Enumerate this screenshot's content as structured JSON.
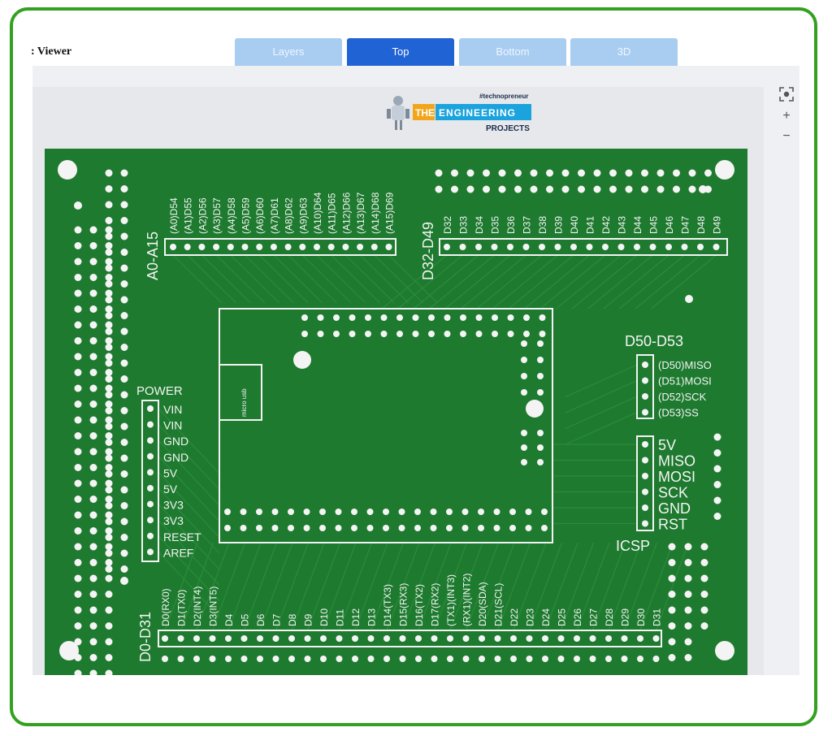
{
  "app": {
    "title": ": Viewer"
  },
  "tabs": [
    {
      "label": "Layers",
      "active": false
    },
    {
      "label": "Top",
      "active": true
    },
    {
      "label": "Bottom",
      "active": false
    },
    {
      "label": "3D",
      "active": false
    }
  ],
  "controls": {
    "fit_icon": "target-icon",
    "zoom_in": "+",
    "zoom_out": "−"
  },
  "logo": {
    "tag": "#technopreneur",
    "the": "THE",
    "brand": "ENGINEERING",
    "projects": "PROJECTS"
  },
  "colors": {
    "board": "#1e7a2f",
    "tab_active": "#1f63d4",
    "tab": "#a9cdf1",
    "frame": "#33a11f"
  },
  "board": {
    "analog_header": "A0-A15",
    "analog_pins": [
      "(A0)D54",
      "(A1)D55",
      "(A2)D56",
      "(A3)D57",
      "(A4)D58",
      "(A5)D59",
      "(A6)D60",
      "(A7)D61",
      "(A8)D62",
      "(A9)D63",
      "(A10)D64",
      "(A11)D65",
      "(A12)D66",
      "(A13)D67",
      "(A14)D68",
      "(A15)D69"
    ],
    "digital_top_header": "D32-D49",
    "digital_top_pins": [
      "D32",
      "D33",
      "D34",
      "D35",
      "D36",
      "D37",
      "D38",
      "D39",
      "D40",
      "D41",
      "D42",
      "D43",
      "D44",
      "D45",
      "D46",
      "D47",
      "D48",
      "D49"
    ],
    "spi_header": "D50-D53",
    "spi_pins": [
      "(D50)MISO",
      "(D51)MOSI",
      "(D52)SCK",
      "(D53)SS"
    ],
    "power_header": "POWER",
    "power_pins": [
      "VIN",
      "VIN",
      "GND",
      "GND",
      "5V",
      "5V",
      "3V3",
      "3V3",
      "RESET",
      "AREF"
    ],
    "icsp_header": "ICSP",
    "icsp_pins": [
      "5V",
      "MISO",
      "MOSI",
      "SCK",
      "GND",
      "RST"
    ],
    "digital_bottom_header": "D0-D31",
    "digital_bottom_pins": [
      "D0(RX0)",
      "D1(TX0)",
      "D2(INT4)",
      "D3(INT5)",
      "D4",
      "D5",
      "D6",
      "D7",
      "D8",
      "D9",
      "D10",
      "D11",
      "D12",
      "D13",
      "D14(TX3)",
      "D15(RX3)",
      "D16(TX2)",
      "D17(RX2)",
      "(TX1)(INT3)",
      "(RX1)(INT2)",
      "D20(SDA)",
      "D21(SCL)",
      "D22",
      "D23",
      "D24",
      "D25",
      "D26",
      "D27",
      "D28",
      "D29",
      "D30",
      "D31"
    ],
    "usb_label": "micro usb"
  }
}
